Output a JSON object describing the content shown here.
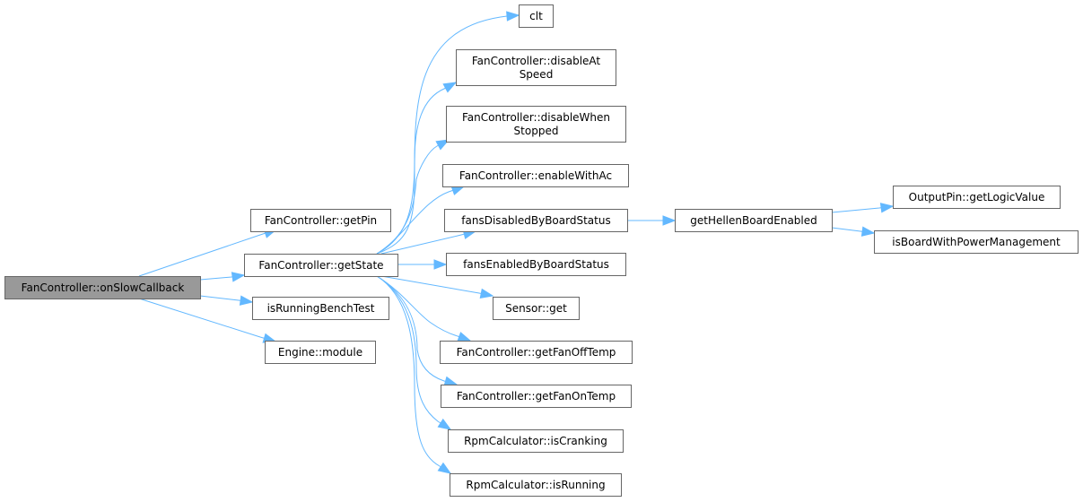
{
  "title": "Call graph for FanController::onSlowCallback",
  "colors": {
    "edge": "#63b8ff",
    "node_border": "#666666",
    "root_fill": "#999999",
    "node_fill": "#ffffff"
  },
  "nodes": [
    {
      "id": "onSlowCallback",
      "lines": [
        "FanController::onSlowCallback"
      ],
      "root": true
    },
    {
      "id": "getPin",
      "lines": [
        "FanController::getPin"
      ]
    },
    {
      "id": "getState",
      "lines": [
        "FanController::getState"
      ]
    },
    {
      "id": "isRunningBenchTest",
      "lines": [
        "isRunningBenchTest"
      ]
    },
    {
      "id": "engineModule",
      "lines": [
        "Engine::module"
      ]
    },
    {
      "id": "clt",
      "lines": [
        "clt"
      ]
    },
    {
      "id": "disableAtSpeed",
      "lines": [
        "FanController::disableAt",
        "Speed"
      ]
    },
    {
      "id": "disableWhenStopped",
      "lines": [
        "FanController::disableWhen",
        "Stopped"
      ]
    },
    {
      "id": "enableWithAc",
      "lines": [
        "FanController::enableWithAc"
      ]
    },
    {
      "id": "fansDisabledByBoardStatus",
      "lines": [
        "fansDisabledByBoardStatus"
      ]
    },
    {
      "id": "fansEnabledByBoardStatus",
      "lines": [
        "fansEnabledByBoardStatus"
      ]
    },
    {
      "id": "sensorGet",
      "lines": [
        "Sensor::get"
      ]
    },
    {
      "id": "getFanOffTemp",
      "lines": [
        "FanController::getFanOffTemp"
      ]
    },
    {
      "id": "getFanOnTemp",
      "lines": [
        "FanController::getFanOnTemp"
      ]
    },
    {
      "id": "isCranking",
      "lines": [
        "RpmCalculator::isCranking"
      ]
    },
    {
      "id": "isRunning",
      "lines": [
        "RpmCalculator::isRunning"
      ]
    },
    {
      "id": "getHellenBoardEnabled",
      "lines": [
        "getHellenBoardEnabled"
      ]
    },
    {
      "id": "getLogicValue",
      "lines": [
        "OutputPin::getLogicValue"
      ]
    },
    {
      "id": "isBoardWithPowerManagement",
      "lines": [
        "isBoardWithPowerManagement"
      ]
    }
  ],
  "edges": [
    {
      "from": "onSlowCallback",
      "to": "getPin"
    },
    {
      "from": "onSlowCallback",
      "to": "getState"
    },
    {
      "from": "onSlowCallback",
      "to": "isRunningBenchTest"
    },
    {
      "from": "onSlowCallback",
      "to": "engineModule"
    },
    {
      "from": "getState",
      "to": "clt"
    },
    {
      "from": "getState",
      "to": "disableAtSpeed"
    },
    {
      "from": "getState",
      "to": "disableWhenStopped"
    },
    {
      "from": "getState",
      "to": "enableWithAc"
    },
    {
      "from": "getState",
      "to": "fansDisabledByBoardStatus"
    },
    {
      "from": "getState",
      "to": "fansEnabledByBoardStatus"
    },
    {
      "from": "getState",
      "to": "sensorGet"
    },
    {
      "from": "getState",
      "to": "getFanOffTemp"
    },
    {
      "from": "getState",
      "to": "getFanOnTemp"
    },
    {
      "from": "getState",
      "to": "isCranking"
    },
    {
      "from": "getState",
      "to": "isRunning"
    },
    {
      "from": "fansDisabledByBoardStatus",
      "to": "getHellenBoardEnabled"
    },
    {
      "from": "getHellenBoardEnabled",
      "to": "getLogicValue"
    },
    {
      "from": "getHellenBoardEnabled",
      "to": "isBoardWithPowerManagement"
    }
  ]
}
